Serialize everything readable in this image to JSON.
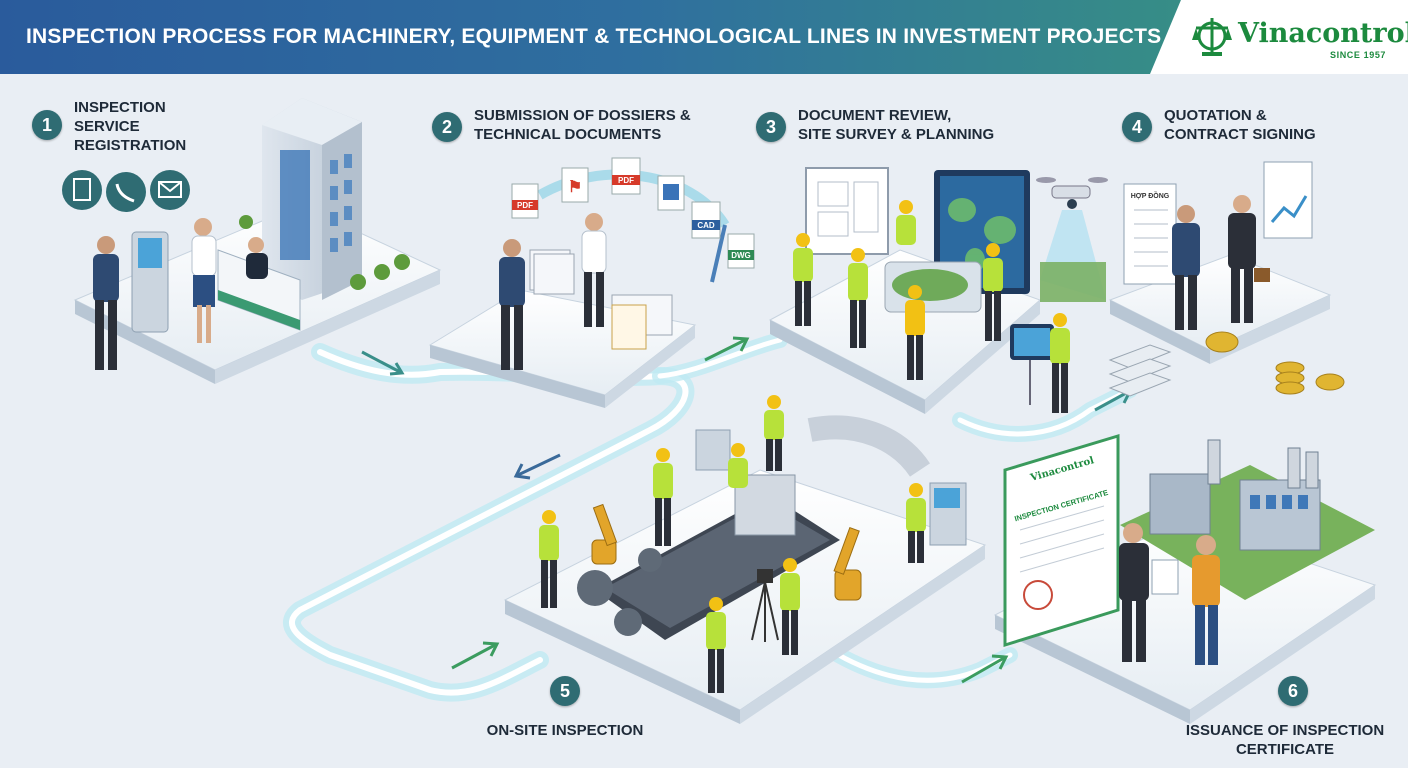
{
  "header": {
    "title": "INSPECTION PROCESS FOR MACHINERY, EQUIPMENT & TECHNOLOGICAL LINES IN INVESTMENT PROJECTS",
    "brand": "Vinacontrol",
    "brand_sub": "SINCE 1957"
  },
  "steps": [
    {
      "number": "1",
      "label": "INSPECTION\nSERVICE\nREGISTRATION"
    },
    {
      "number": "2",
      "label": "SUBMISSION OF DOSSIERS &\nTECHNICAL DOCUMENTS"
    },
    {
      "number": "3",
      "label": "DOCUMENT REVIEW,\nSITE SURVEY & PLANNING"
    },
    {
      "number": "4",
      "label": "QUOTATION &\nCONTRACT SIGNING"
    },
    {
      "number": "5",
      "label": "ON-SITE INSPECTION"
    },
    {
      "number": "6",
      "label": "ISSUANCE OF INSPECTION\nCERTIFICATE"
    }
  ],
  "illustration_text": {
    "doc_pdf_1": "PDF",
    "doc_pdf_2": "PDF",
    "doc_cad": "CAD",
    "doc_dwg": "DWG",
    "contract_sign": "HỢP ĐỒNG",
    "certificate_brand": "Vinacontrol",
    "certificate_title": "INSPECTION CERTIFICATE"
  },
  "colors": {
    "header_start": "#2a5b9c",
    "header_end": "#3a9a7c",
    "step_badge": "#2f6c73",
    "brand_green": "#1c8a3e",
    "vest": "#b7e13a",
    "helmet": "#f2c114",
    "path_glow": "#bfeaf2"
  },
  "icons": [
    "document-icon",
    "phone-icon",
    "email-icon",
    "scale-logo-icon",
    "drone-icon",
    "robot-arm-icon"
  ]
}
